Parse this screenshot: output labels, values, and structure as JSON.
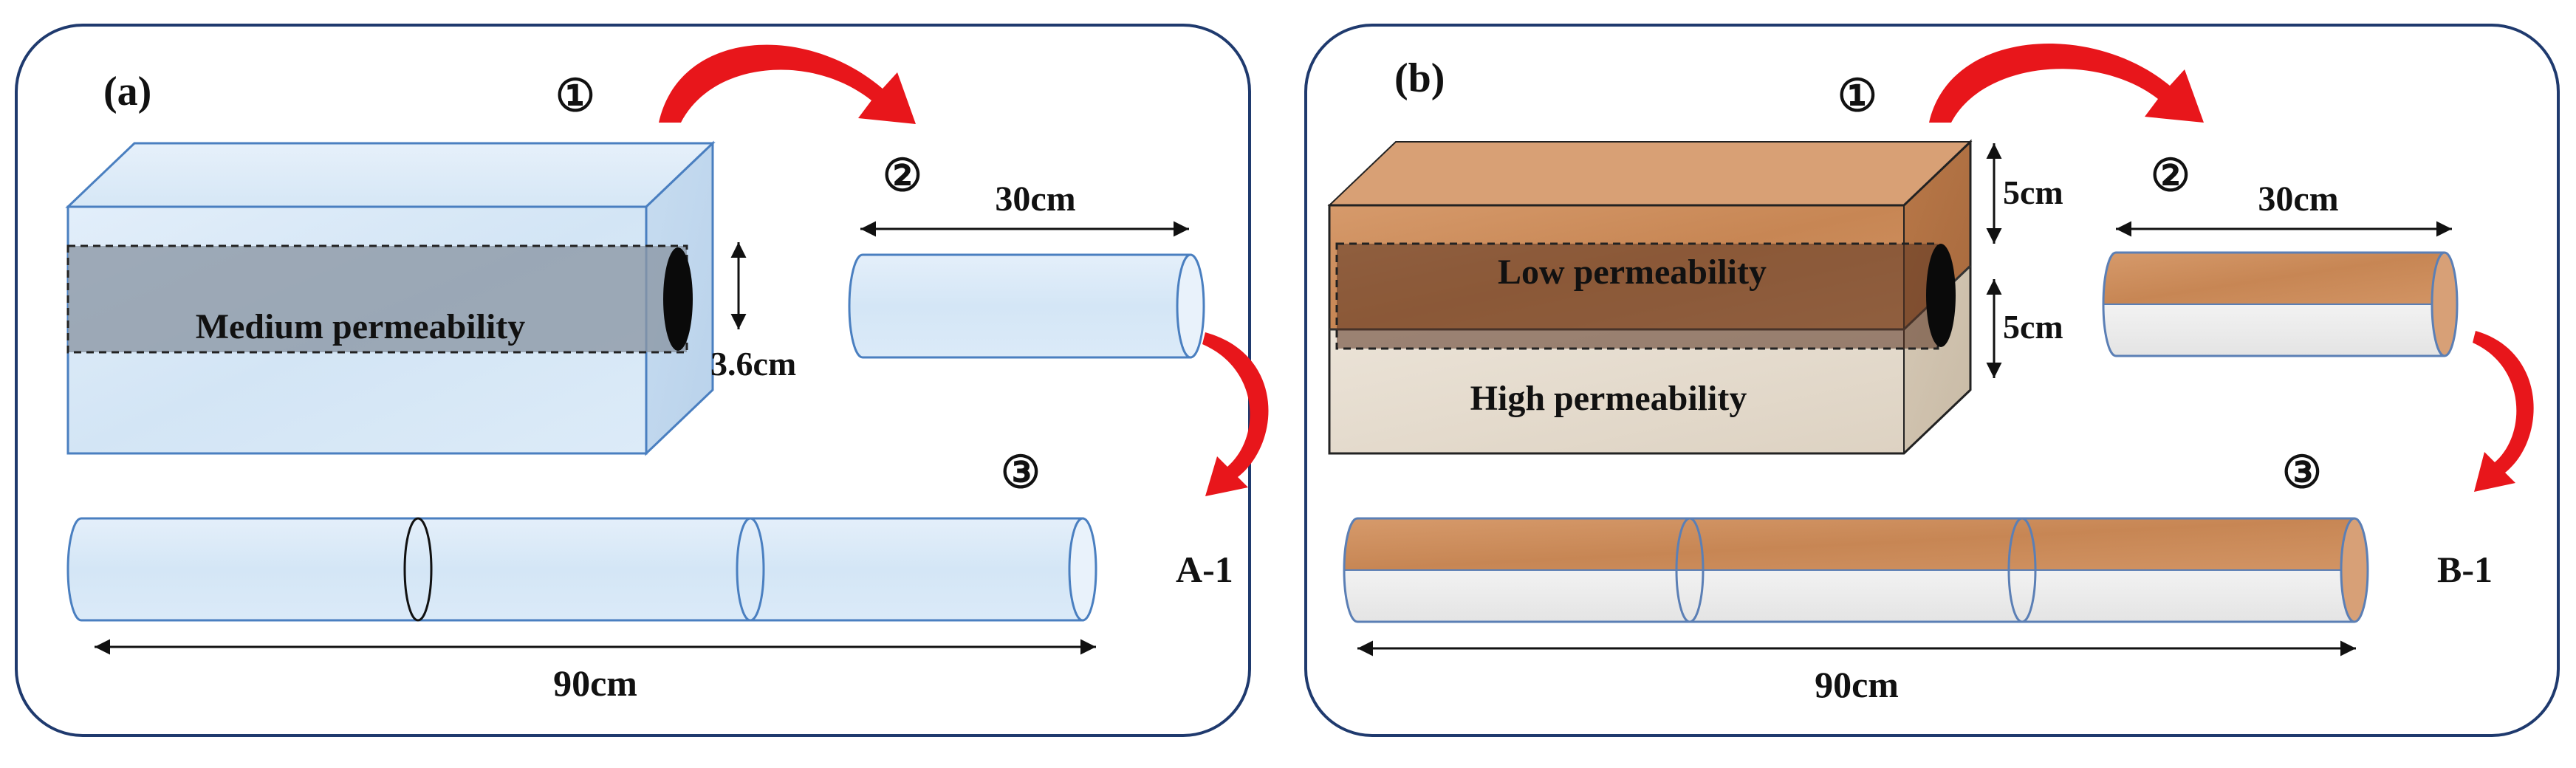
{
  "panels": [
    {
      "id": "a",
      "tag": "(a)",
      "step1": "①",
      "step2": "②",
      "step3": "③",
      "core_label": "Medium permeability",
      "diameter_label": "3.6cm",
      "short_length": "30cm",
      "long_length": "90cm",
      "sample_id": "A-1"
    },
    {
      "id": "b",
      "tag": "(b)",
      "step1": "①",
      "step2": "②",
      "step3": "③",
      "upper_label": "Low permeability",
      "lower_label": "High permeability",
      "upper_thickness": "5cm",
      "lower_thickness": "5cm",
      "short_length": "30cm",
      "long_length": "90cm",
      "sample_id": "B-1"
    }
  ],
  "colors": {
    "panel_border": "#1f3a6e",
    "medium_fill": "#d9e9f7",
    "medium_edge": "#4a7fc0",
    "low_perm": "#c98a5a",
    "high_perm": "#e6ddd0",
    "white_core": "#eeeeee",
    "arrow": "#e8161b"
  }
}
